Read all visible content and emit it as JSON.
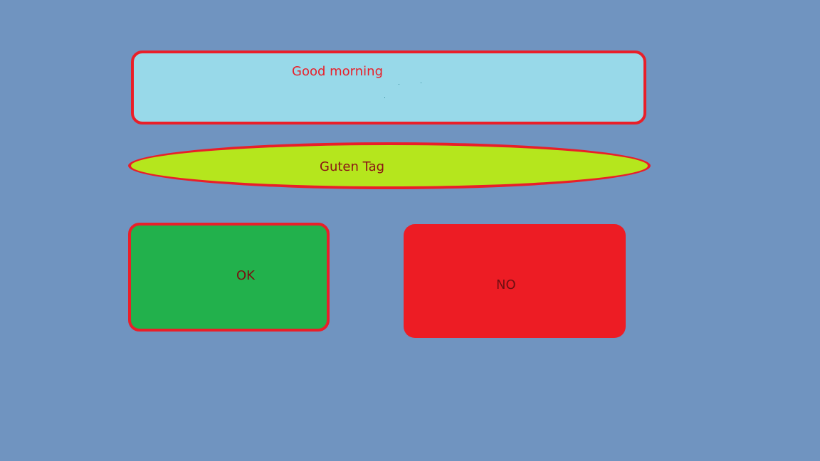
{
  "greeting": {
    "text": "Good morning"
  },
  "german_greeting": {
    "text": "Guten Tag"
  },
  "buttons": {
    "ok_label": "OK",
    "no_label": "NO"
  },
  "colors": {
    "background": "#7094c0",
    "greeting_fill": "#98d9e9",
    "outline": "#e91f29",
    "guten_fill": "#b5e61d",
    "ok_fill": "#22b14c",
    "no_fill": "#ed1c24"
  }
}
